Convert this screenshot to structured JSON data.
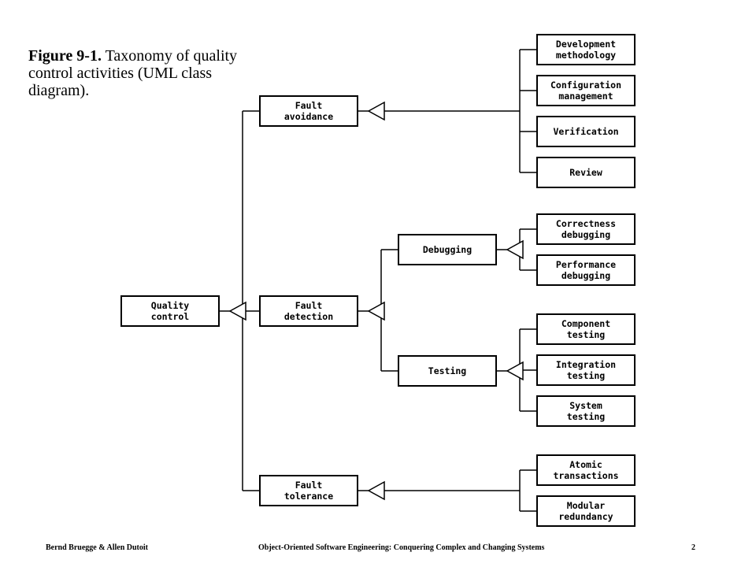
{
  "caption": {
    "figure_label": "Figure 9-1.",
    "text": "Taxonomy of quality control activities (UML class diagram)."
  },
  "nodes": {
    "quality_control": [
      "Quality",
      "control"
    ],
    "fault_avoidance": [
      "Fault",
      "avoidance"
    ],
    "fault_detection": [
      "Fault",
      "detection"
    ],
    "fault_tolerance": [
      "Fault",
      "tolerance"
    ],
    "development_methodology": [
      "Development",
      "methodology"
    ],
    "configuration_management": [
      "Configuration",
      "management"
    ],
    "verification": [
      "Verification"
    ],
    "review": [
      "Review"
    ],
    "debugging": [
      "Debugging"
    ],
    "testing": [
      "Testing"
    ],
    "correctness_debugging": [
      "Correctness",
      "debugging"
    ],
    "performance_debugging": [
      "Performance",
      "debugging"
    ],
    "component_testing": [
      "Component",
      "testing"
    ],
    "integration_testing": [
      "Integration",
      "testing"
    ],
    "system_testing": [
      "System",
      "testing"
    ],
    "atomic_transactions": [
      "Atomic",
      "transactions"
    ],
    "modular_redundancy": [
      "Modular",
      "redundancy"
    ]
  },
  "edges": [
    [
      "quality_control",
      "fault_avoidance"
    ],
    [
      "quality_control",
      "fault_detection"
    ],
    [
      "quality_control",
      "fault_tolerance"
    ],
    [
      "fault_avoidance",
      "development_methodology"
    ],
    [
      "fault_avoidance",
      "configuration_management"
    ],
    [
      "fault_avoidance",
      "verification"
    ],
    [
      "fault_avoidance",
      "review"
    ],
    [
      "fault_detection",
      "debugging"
    ],
    [
      "fault_detection",
      "testing"
    ],
    [
      "debugging",
      "correctness_debugging"
    ],
    [
      "debugging",
      "performance_debugging"
    ],
    [
      "testing",
      "component_testing"
    ],
    [
      "testing",
      "integration_testing"
    ],
    [
      "testing",
      "system_testing"
    ],
    [
      "fault_tolerance",
      "atomic_transactions"
    ],
    [
      "fault_tolerance",
      "modular_redundancy"
    ]
  ],
  "footer": {
    "authors": "Bernd Bruegge & Allen Dutoit",
    "book": "Object-Oriented Software Engineering: Conquering Complex and Changing Systems",
    "page": "2"
  }
}
